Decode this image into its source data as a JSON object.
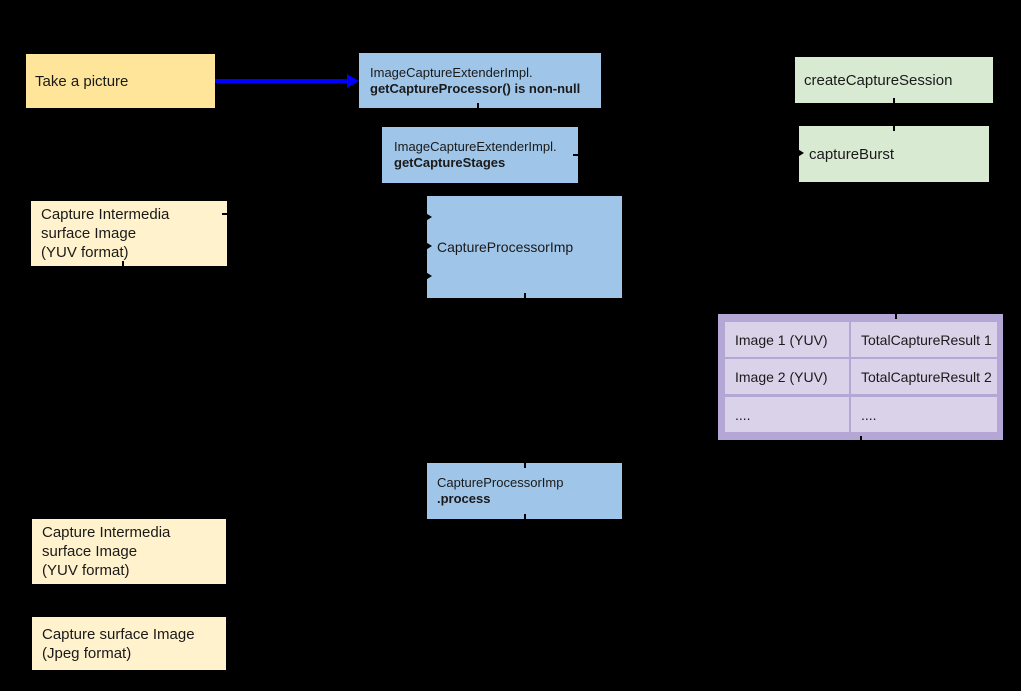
{
  "diagram": {
    "background": "#000000",
    "text_color": "#1a1a1a",
    "arrow_color": "#0000FF",
    "colors": {
      "yellow": "#FFE599",
      "cream": "#FFF2CC",
      "blue": "#9FC5E8",
      "green": "#D9EAD3",
      "purple_container": "#B4A7D6",
      "purple_cell": "#D9D2E9"
    },
    "nodes": {
      "take_picture": {
        "label": "Take a picture"
      },
      "get_capture_processor": {
        "line1": "ImageCaptureExtenderImpl.",
        "line2": "getCaptureProcessor() is non-null"
      },
      "get_capture_stages": {
        "line1": "ImageCaptureExtenderImpl.",
        "line2": "getCaptureStages"
      },
      "create_capture_session": {
        "label": "createCaptureSession"
      },
      "capture_burst": {
        "label": "captureBurst"
      },
      "capture_intermedia_top": {
        "line1": "Capture Intermedia",
        "line2": "surface Image",
        "line3": "(YUV format)"
      },
      "capture_processor_imp": {
        "label": "CaptureProcessorImp"
      },
      "capture_processor_process": {
        "line1": "CaptureProcessorImp",
        "line2": ".process"
      },
      "capture_intermedia_bottom": {
        "line1": "Capture Intermedia",
        "line2": "surface Image",
        "line3": "(YUV format)"
      },
      "capture_surface_jpeg": {
        "line1": "Capture surface Image",
        "line2": "(Jpeg format)"
      }
    },
    "burst_table": {
      "rows": [
        {
          "image": "Image 1 (YUV)",
          "result": "TotalCaptureResult 1"
        },
        {
          "image": "Image 2 (YUV)",
          "result": "TotalCaptureResult 2"
        },
        {
          "image": "....",
          "result": "...."
        }
      ]
    }
  }
}
